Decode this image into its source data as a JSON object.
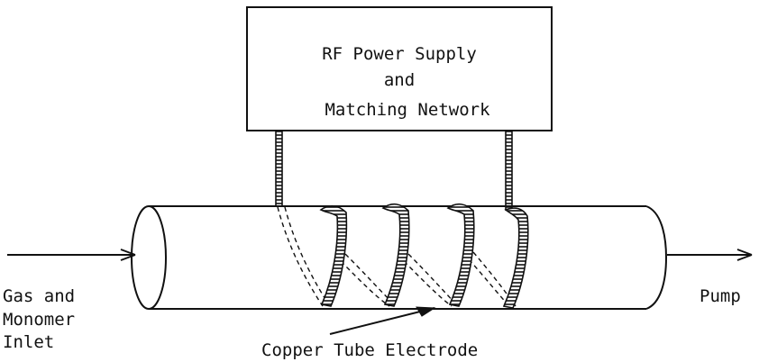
{
  "power_supply": {
    "line1": "RF Power Supply",
    "line2": "and",
    "line3": "Matching Network"
  },
  "inlet_label": {
    "line1": "Gas and",
    "line2": "Monomer",
    "line3": "Inlet"
  },
  "pump_label": "Pump",
  "electrode_label": "Copper Tube Electrode"
}
